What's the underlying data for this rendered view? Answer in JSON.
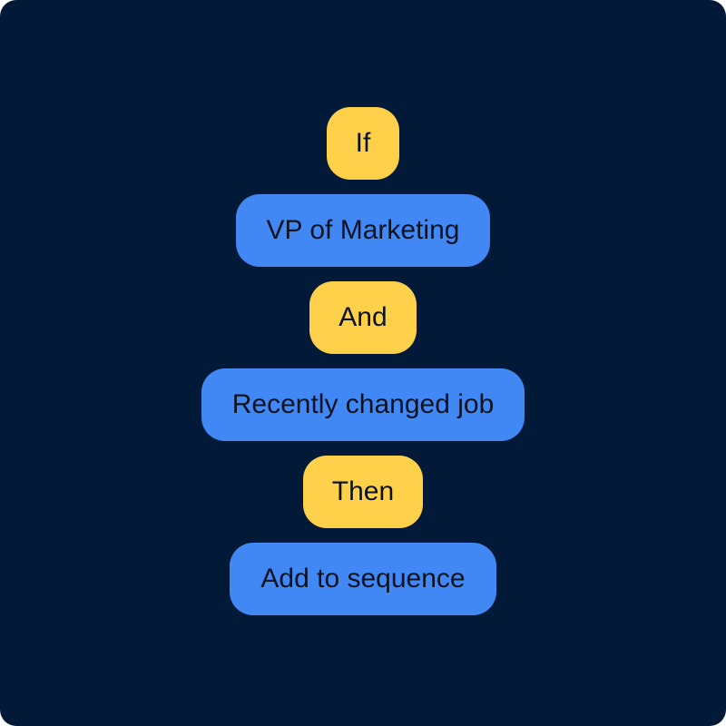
{
  "colors": {
    "background": "#021a38",
    "keyword": "#ffd04a",
    "condition": "#4288f5",
    "text": "#0b1320"
  },
  "flow": [
    {
      "kind": "keyword",
      "label": "If"
    },
    {
      "kind": "condition",
      "label": "VP of Marketing"
    },
    {
      "kind": "keyword",
      "label": "And"
    },
    {
      "kind": "condition",
      "label": "Recently changed job"
    },
    {
      "kind": "keyword",
      "label": "Then"
    },
    {
      "kind": "condition",
      "label": "Add to sequence"
    }
  ]
}
